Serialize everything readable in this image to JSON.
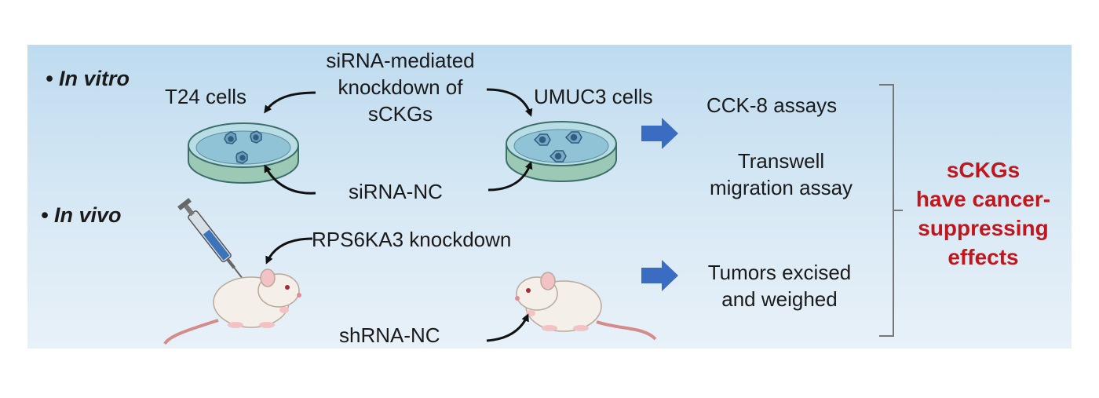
{
  "sections": {
    "in_vitro": "In vitro",
    "in_vivo": "In vivo"
  },
  "in_vitro": {
    "cell_line_left": "T24 cells",
    "cell_line_right": "UMUC3 cells",
    "treatment_line1": "siRNA-mediated",
    "treatment_line2": "knockdown of",
    "treatment_line3": "sCKGs",
    "control": "siRNA-NC"
  },
  "in_vivo": {
    "treatment": "RPS6KA3 knockdown",
    "control": "shRNA-NC"
  },
  "assays": {
    "cck8": "CCK-8 assays",
    "transwell_line1": "Transwell",
    "transwell_line2": "migration assay",
    "tumors_line1": "Tumors excised",
    "tumors_line2": "and weighed"
  },
  "conclusion": {
    "line1": "sCKGs",
    "line2": "have cancer-",
    "line3": "suppressing",
    "line4": "effects"
  },
  "colors": {
    "panel_background": "#c9e1f2",
    "arrow_blue": "#3a6cc1",
    "conclusion_red": "#c0161c"
  },
  "icons": [
    "petri-dish-icon",
    "mouse-icon",
    "syringe-icon",
    "cell-icon"
  ]
}
